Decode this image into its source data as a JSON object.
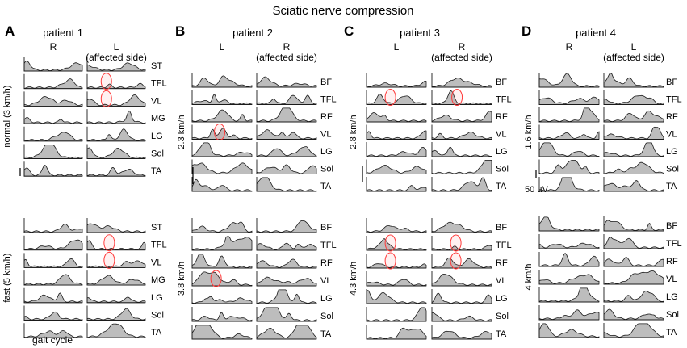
{
  "figure": {
    "title": "Sciatic nerve compression",
    "scalebar_label": "50 µV",
    "xaxis_label": "gait cycle"
  },
  "panels": [
    {
      "letter": "A",
      "patient": "patient 1",
      "columns": [
        "R",
        "L",
        "(affected side)"
      ],
      "groups": [
        {
          "condition": "normal (3 km/h)",
          "muscles": [
            "ST",
            "TFL",
            "VL",
            "MG",
            "LG",
            "Sol",
            "TA"
          ]
        },
        {
          "condition": "fast (5 km/h)",
          "muscles": [
            "ST",
            "TFL",
            "VL",
            "MG",
            "LG",
            "Sol",
            "TA"
          ]
        }
      ]
    },
    {
      "letter": "B",
      "patient": "patient 2",
      "columns": [
        "L",
        "R",
        "(affected side)"
      ],
      "groups": [
        {
          "condition": "2.3 km/h",
          "muscles": [
            "BF",
            "TFL",
            "RF",
            "VL",
            "LG",
            "Sol",
            "TA"
          ]
        },
        {
          "condition": "3.8 km/h",
          "muscles": [
            "BF",
            "TFL",
            "RF",
            "VL",
            "LG",
            "Sol",
            "TA"
          ]
        }
      ]
    },
    {
      "letter": "C",
      "patient": "patient 3",
      "columns": [
        "L",
        "R",
        "(affected side)"
      ],
      "groups": [
        {
          "condition": "2.8 km/h",
          "muscles": [
            "BF",
            "TFL",
            "RF",
            "VL",
            "LG",
            "Sol",
            "TA"
          ]
        },
        {
          "condition": "4.3 km/h",
          "muscles": [
            "BF",
            "TFL",
            "RF",
            "VL",
            "LG",
            "Sol",
            "TA"
          ]
        }
      ]
    },
    {
      "letter": "D",
      "patient": "patient 4",
      "columns": [
        "R",
        "L",
        "(affected side)"
      ],
      "groups": [
        {
          "condition": "1.6 km/h",
          "muscles": [
            "BF",
            "TFL",
            "RF",
            "VL",
            "LG",
            "Sol",
            "TA"
          ]
        },
        {
          "condition": "4 km/h",
          "muscles": [
            "BF",
            "TFL",
            "RF",
            "VL",
            "LG",
            "Sol",
            "TA"
          ]
        }
      ]
    }
  ]
}
